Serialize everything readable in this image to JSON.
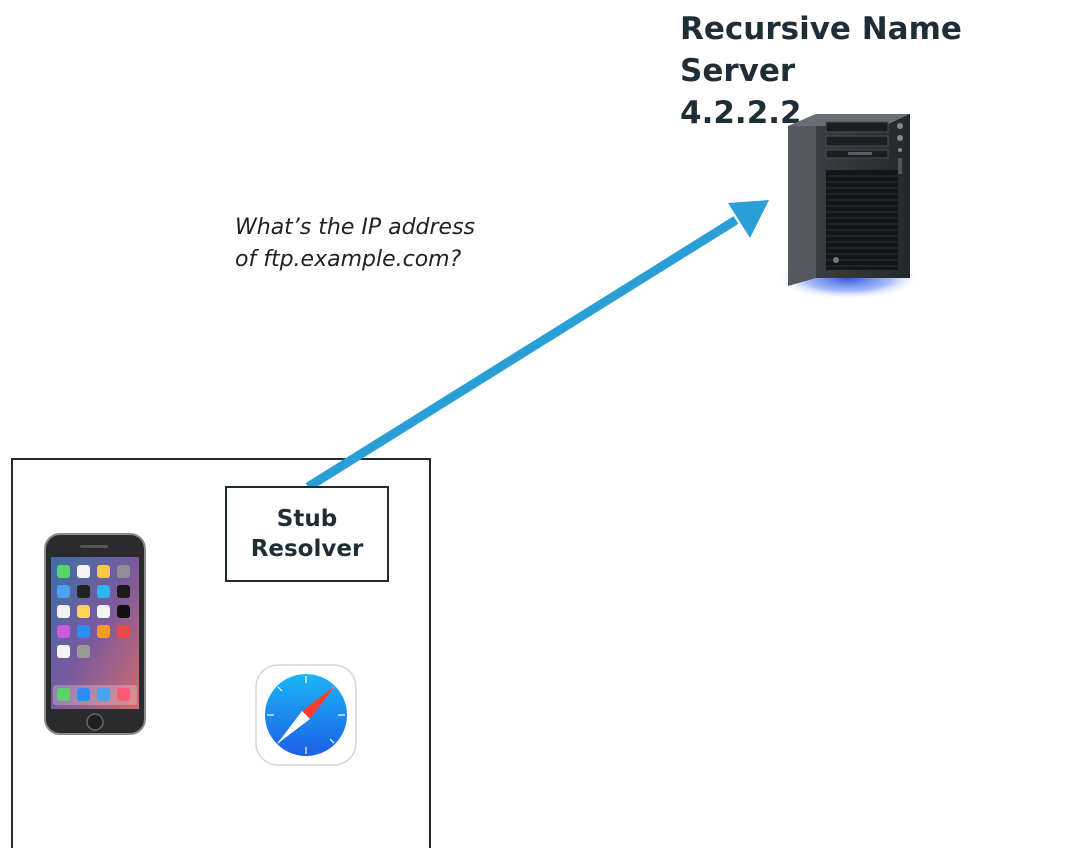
{
  "server": {
    "title_line1": "Recursive Name Server",
    "title_line2": "4.2.2.2",
    "icon": "tower-server-icon"
  },
  "query": {
    "line1": "What’s the IP address",
    "line2": "of ftp.example.com?"
  },
  "stub_resolver": {
    "line1": "Stub",
    "line2": "Resolver"
  },
  "device": {
    "phone_icon": "smartphone-icon",
    "browser_icon": "safari-compass-icon"
  },
  "colors": {
    "arrow": "#2a9fd6",
    "text": "#1f2d36",
    "border": "#1e2b34"
  }
}
